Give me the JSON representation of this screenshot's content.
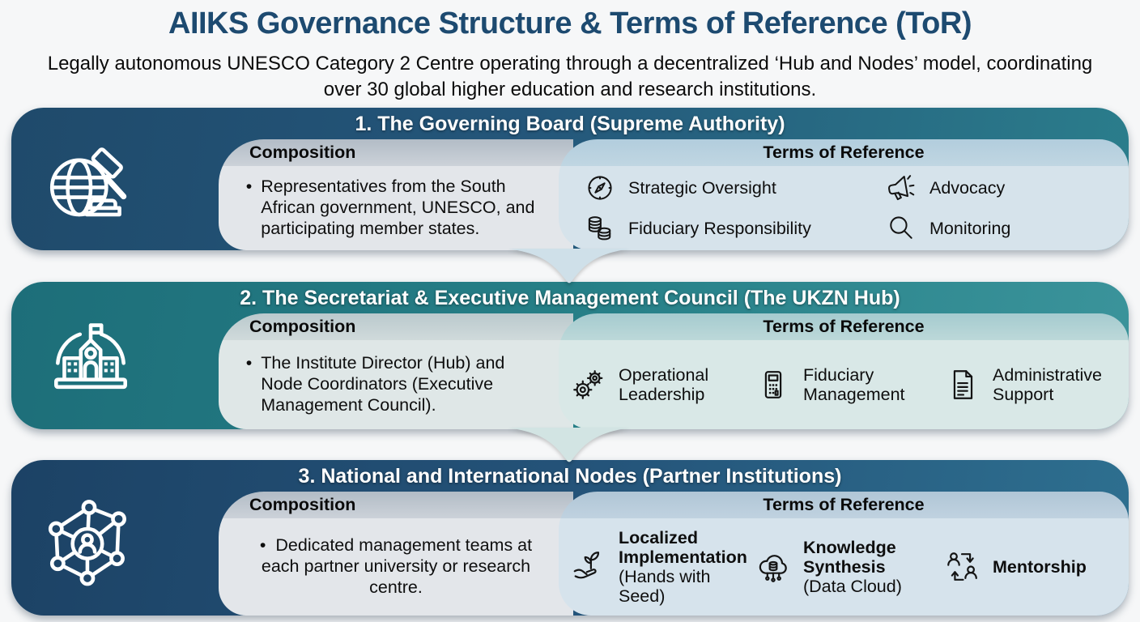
{
  "page": {
    "title": "AIIKS Governance Structure & Terms of Reference (ToR)",
    "subtitle": "Legally autonomous UNESCO Category 2 Centre operating through a decentralized ‘Hub and Nodes’ model, coordinating over 30 global higher education and research institutions."
  },
  "labels": {
    "composition": "Composition",
    "terms_of_reference": "Terms of Reference",
    "bullet": "•"
  },
  "sections": [
    {
      "title": "1. The Governing Board (Supreme Authority)",
      "icon": "globe-gavel-icon",
      "composition": "Representatives from the South African government, UNESCO, and participating member states.",
      "tor_items": [
        {
          "icon": "compass-icon",
          "label": "Strategic Oversight"
        },
        {
          "icon": "megaphone-icon",
          "label": "Advocacy"
        },
        {
          "icon": "coins-icon",
          "label": "Fiduciary Responsibility"
        },
        {
          "icon": "magnifier-icon",
          "label": "Monitoring"
        }
      ]
    },
    {
      "title": "2. The Secretariat & Executive Management Council (The UKZN Hub)",
      "icon": "university-icon",
      "composition": "The Institute Director (Hub) and Node Coordinators (Executive Management Council).",
      "tor_items": [
        {
          "icon": "gears-icon",
          "label": "Operational Leadership"
        },
        {
          "icon": "calculator-icon",
          "label": "Fiduciary Management"
        },
        {
          "icon": "document-icon",
          "label": "Administrative Support"
        }
      ]
    },
    {
      "title": "3. National and International Nodes (Partner Institutions)",
      "icon": "network-icon",
      "composition": "Dedicated management teams at each partner university or research centre.",
      "tor_items": [
        {
          "icon": "hand-seedling-icon",
          "label": "Localized Implementation",
          "sub": "(Hands with Seed)"
        },
        {
          "icon": "cloud-database-icon",
          "label": "Knowledge Synthesis",
          "sub": "(Data Cloud)"
        },
        {
          "icon": "people-exchange-icon",
          "label": "Mentorship",
          "sub": ""
        }
      ]
    }
  ],
  "colors": {
    "title_text": "#1d4a70",
    "navy": "#1f4a6b",
    "teal": "#2a7e8c",
    "hub_teal": "#1d6e79",
    "steel_blue": "#2e7090",
    "panel_gray": "#e3e6ea",
    "panel_blue": "#d6e3eb",
    "arrow_blue": "#cfe0e9"
  }
}
